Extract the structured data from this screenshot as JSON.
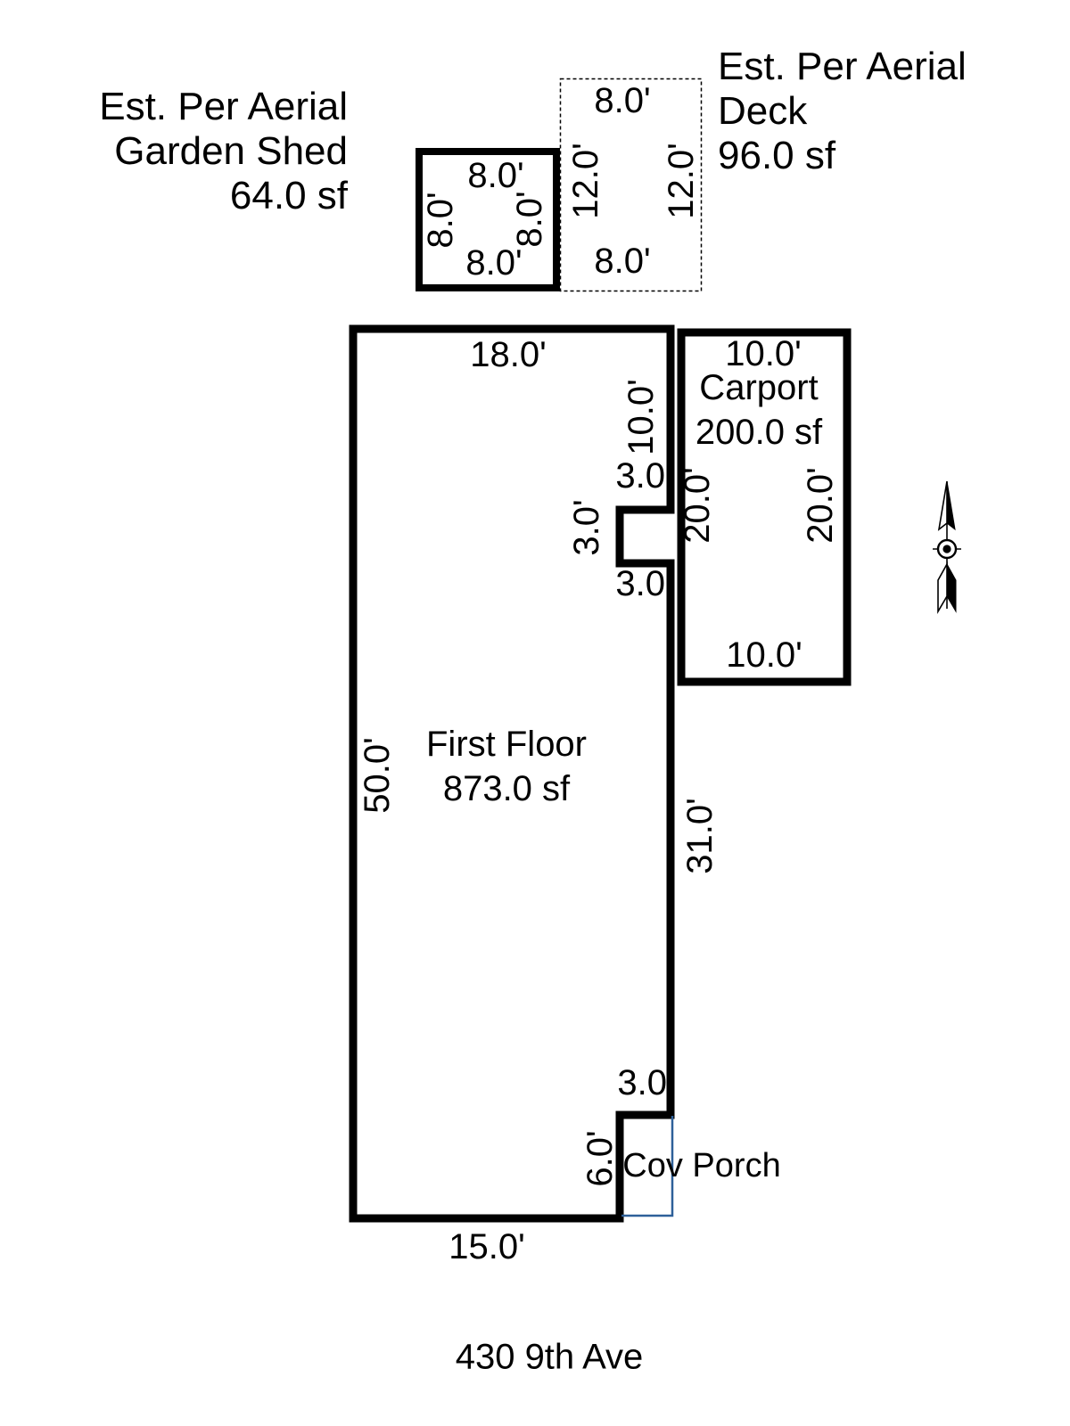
{
  "address": "430 9th Ave",
  "colors": {
    "outline": "#000000",
    "porch_line": "#2e6099",
    "background": "#ffffff"
  },
  "icons": {
    "compass": "north-arrow"
  },
  "shed": {
    "caption": [
      "Est. Per Aerial",
      "Garden Shed",
      "64.0 sf"
    ],
    "dims": {
      "top": "8.0'",
      "left": "8.0'",
      "right": "8.0'",
      "bottom": "8.0'"
    }
  },
  "deck": {
    "caption": [
      "Est. Per Aerial",
      "Deck",
      "96.0 sf"
    ],
    "dims": {
      "top": "8.0'",
      "left": "12.0'",
      "right": "12.0'",
      "bottom": "8.0'"
    }
  },
  "first_floor": {
    "name": "First Floor",
    "area": "873.0 sf",
    "dims": {
      "top": "18.0'",
      "left": "50.0'",
      "right_upper": "10.0'",
      "notch_top": "3.0'",
      "notch_left": "3.0'",
      "notch_bottom": "3.0'",
      "right_lower": "31.0'",
      "bottom": "15.0'"
    }
  },
  "porch": {
    "name": "Cov Porch",
    "dims": {
      "top": "3.0'",
      "left": "6.0'"
    }
  },
  "carport": {
    "name": "Carport",
    "area": "200.0 sf",
    "dims": {
      "top": "10.0'",
      "left": "20.0'",
      "right": "20.0'",
      "bottom": "10.0'"
    }
  }
}
